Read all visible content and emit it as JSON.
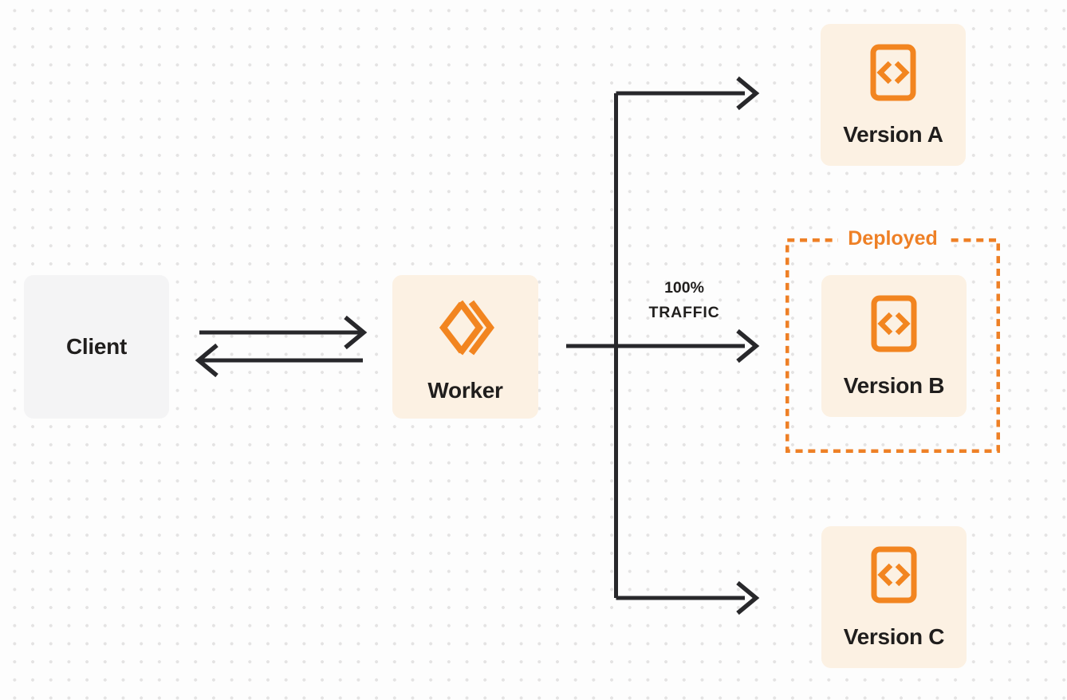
{
  "nodes": {
    "client": {
      "label": "Client"
    },
    "worker": {
      "label": "Worker",
      "icon": "workers-logo-icon"
    },
    "version_a": {
      "label": "Version A",
      "icon": "code-file-icon",
      "deployed": false
    },
    "version_b": {
      "label": "Version B",
      "icon": "code-file-icon",
      "deployed": true
    },
    "version_c": {
      "label": "Version C",
      "icon": "code-file-icon",
      "deployed": false
    }
  },
  "labels": {
    "traffic_line1": "100%",
    "traffic_line2": "TRAFFIC",
    "deployed": "Deployed"
  },
  "colors": {
    "accent-orange": "#F28520",
    "deployed-orange": "#EE8026",
    "node-peach": "#FCF1E3",
    "node-gray": "#F4F4F5",
    "line-dark": "#28282B",
    "text-dark": "#201E1D",
    "dot-gray": "#E4E3E3",
    "page-bg": "#FDFDFD"
  }
}
